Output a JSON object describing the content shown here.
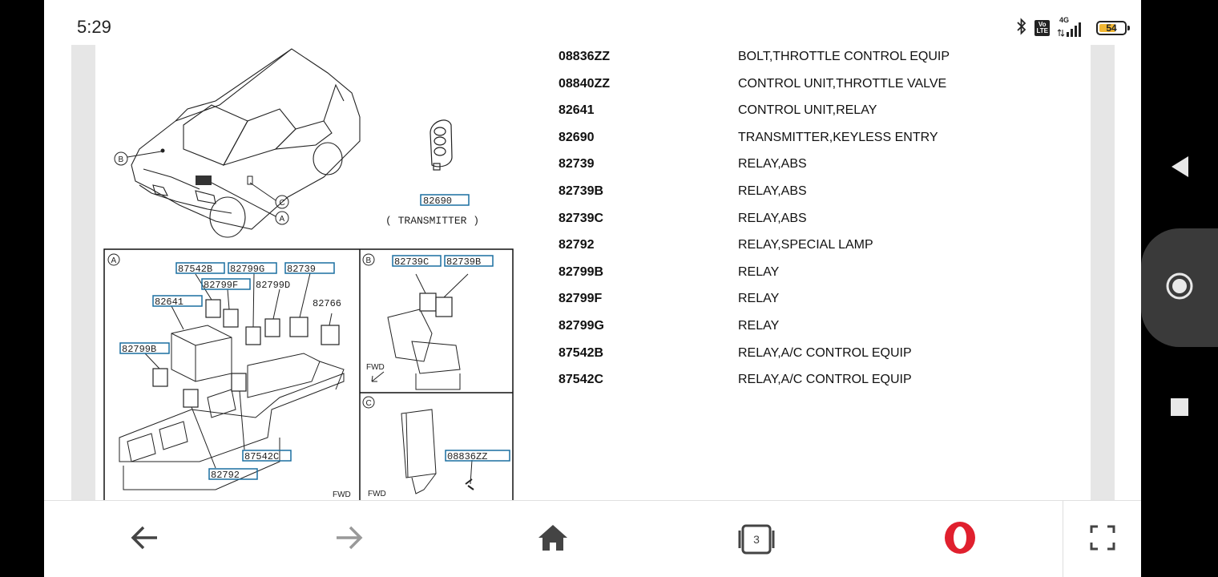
{
  "status_bar": {
    "time": "5:29",
    "volte_top": "Vo",
    "volte_bottom": "LTE",
    "network": "4G",
    "battery": "54"
  },
  "diagram": {
    "callout_b_top": "B",
    "callout_c_top": "C",
    "callout_a_top": "A",
    "transmitter_part": "82690",
    "transmitter_label": "( TRANSMITTER )",
    "panel_a_letter": "A",
    "panel_b_letter": "B",
    "panel_c_letter": "C",
    "a_labels": [
      "87542B",
      "82799G",
      "82739",
      "82799F",
      "82799D",
      "82641",
      "82766",
      "82799B",
      "87542C",
      "82792"
    ],
    "b_labels": [
      "82739C",
      "82739B"
    ],
    "c_labels": [
      "08836ZZ"
    ],
    "fwd": "FWD"
  },
  "parts": [
    {
      "no": "08836ZZ",
      "desc": "BOLT,THROTTLE CONTROL EQUIP"
    },
    {
      "no": "08840ZZ",
      "desc": "CONTROL UNIT,THROTTLE VALVE"
    },
    {
      "no": "82641",
      "desc": "CONTROL UNIT,RELAY"
    },
    {
      "no": "82690",
      "desc": "TRANSMITTER,KEYLESS ENTRY"
    },
    {
      "no": "82739",
      "desc": "RELAY,ABS"
    },
    {
      "no": "82739B",
      "desc": "RELAY,ABS"
    },
    {
      "no": "82739C",
      "desc": "RELAY,ABS"
    },
    {
      "no": "82792",
      "desc": "RELAY,SPECIAL LAMP"
    },
    {
      "no": "82799B",
      "desc": "RELAY"
    },
    {
      "no": "82799F",
      "desc": "RELAY"
    },
    {
      "no": "82799G",
      "desc": "RELAY"
    },
    {
      "no": "87542B",
      "desc": "RELAY,A/C CONTROL EQUIP"
    },
    {
      "no": "87542C",
      "desc": "RELAY,A/C CONTROL EQUIP"
    }
  ],
  "bottom_bar": {
    "tab_count": "3",
    "icons": [
      "back-arrow-icon",
      "forward-arrow-icon",
      "home-icon",
      "tabs-icon",
      "opera-logo-icon",
      "fullscreen-icon"
    ]
  },
  "colors": {
    "highlight_box": "#1a6fa0",
    "opera_red": "#e0202e",
    "battery_fill": "#f1b733"
  }
}
